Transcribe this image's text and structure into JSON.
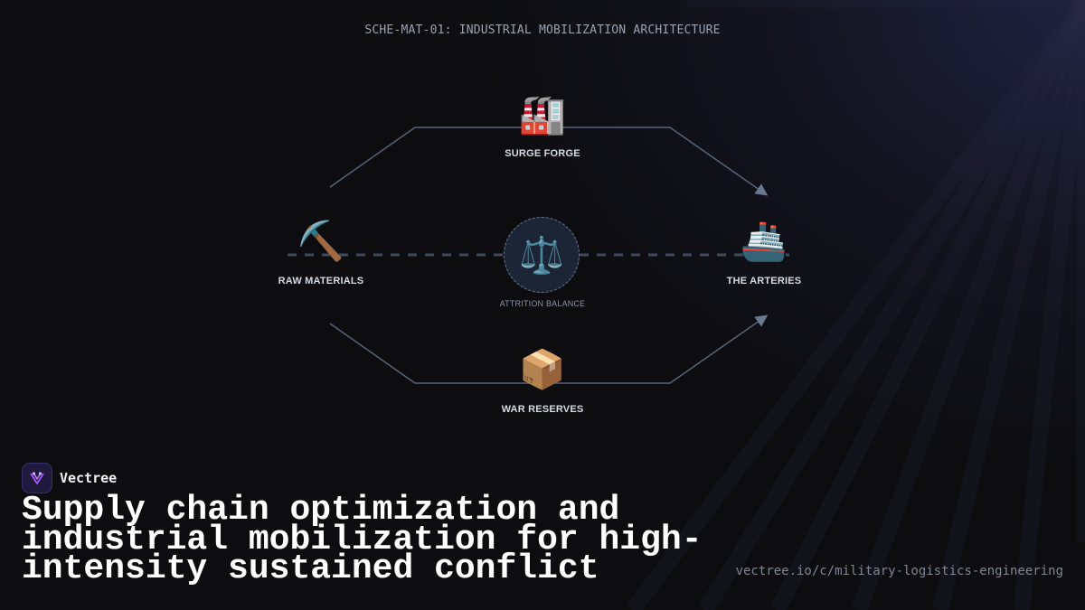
{
  "diagram": {
    "header": "SCHE-MAT-01: INDUSTRIAL MOBILIZATION ARCHITECTURE",
    "nodes": {
      "surge_forge": {
        "icon": "factory-icon",
        "glyph": "🏭",
        "label": "SURGE FORGE"
      },
      "raw_materials": {
        "icon": "pickaxe-icon",
        "glyph": "⛏️",
        "label": "RAW MATERIALS"
      },
      "the_arteries": {
        "icon": "ship-icon",
        "glyph": "🚢",
        "label": "THE ARTERIES"
      },
      "war_reserves": {
        "icon": "package-icon",
        "glyph": "📦",
        "label": "WAR RESERVES"
      }
    },
    "hub": {
      "icon": "balance-scale-icon",
      "glyph": "⚖️",
      "label": "ATTRITION BALANCE"
    },
    "colors": {
      "connector": "#56647a",
      "dashed_axis": "#3f4a5c",
      "hub_fill": "#1b2536"
    }
  },
  "footer": {
    "brand_name": "Vectree",
    "brand_icon": "vectree-logo-icon",
    "title": "Supply chain optimization and industrial mobilization for high-intensity sustained conflict",
    "url": "vectree.io/c/military-logistics-engineering",
    "accent_color": "#a855f7"
  }
}
